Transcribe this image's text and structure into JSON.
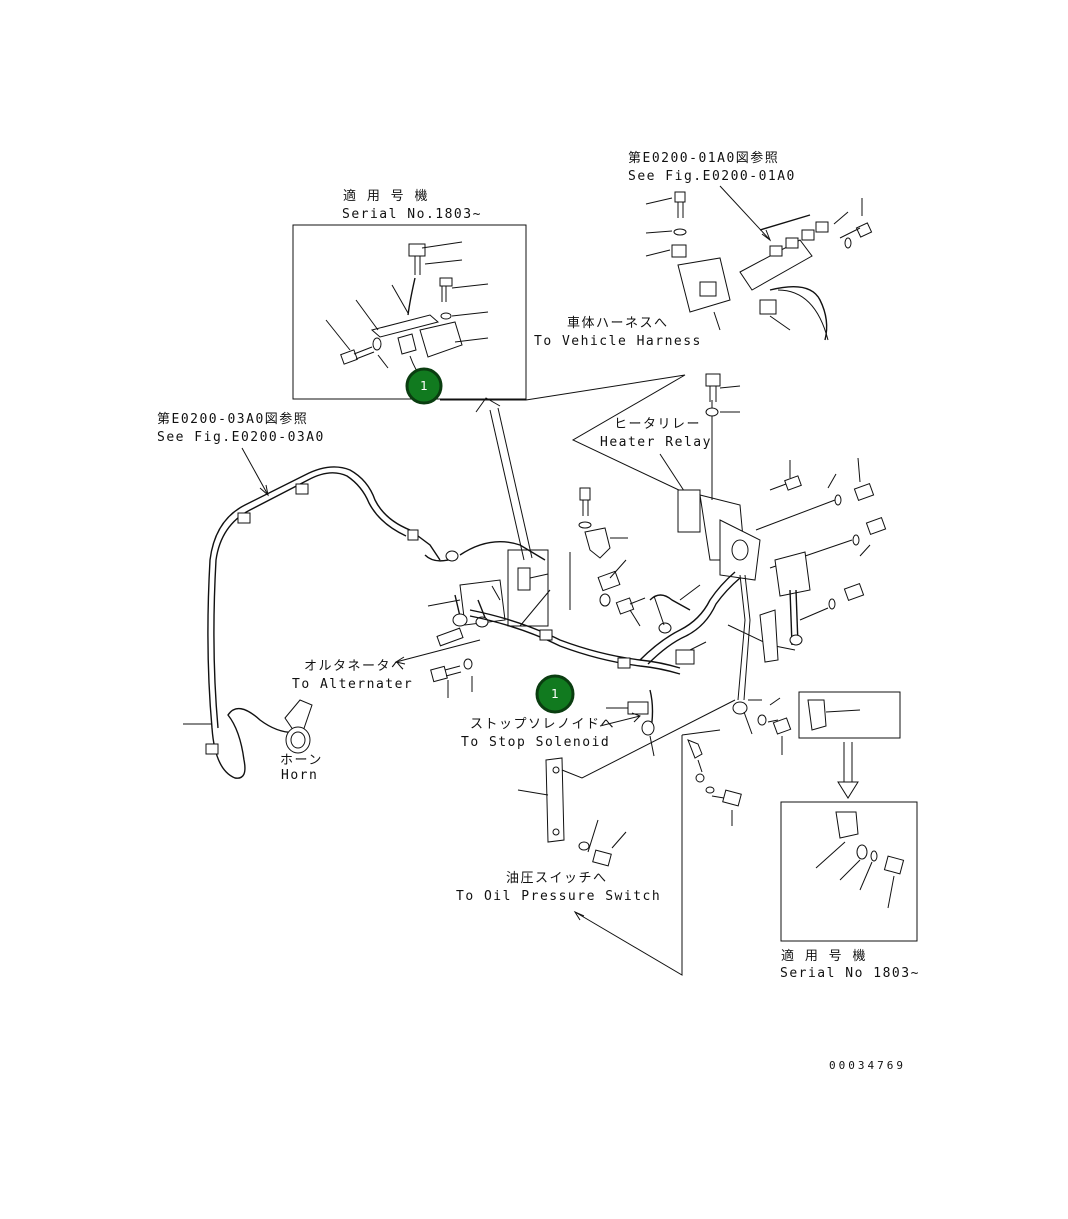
{
  "labels": {
    "inset_top_ja": "適 用 号 機",
    "inset_top_en": "Serial No.1803~",
    "see_01a0_ja": "第E0200-01A0図参照",
    "see_01a0_en": "See Fig.E0200-01A0",
    "vehicle_harness_ja": "車体ハーネスへ",
    "vehicle_harness_en": "To Vehicle Harness",
    "heater_relay_ja": "ヒータリレー",
    "heater_relay_en": "Heater Relay",
    "see_03a0_ja": "第E0200-03A0図参照",
    "see_03a0_en": "See Fig.E0200-03A0",
    "alternator_ja": "オルタネータへ",
    "alternator_en": "To Alternater",
    "stop_solenoid_ja": "ストップソレノイドへ",
    "stop_solenoid_en": "To Stop Solenoid",
    "horn_ja": "ホーン",
    "horn_en": "Horn",
    "oil_pressure_ja": "油圧スイッチへ",
    "oil_pressure_en": "To Oil Pressure Switch",
    "inset_bottom_ja": "適 用 号 機",
    "inset_bottom_en": "Serial No 1803~",
    "drawing_number": "00034769"
  },
  "badges": {
    "badge_1": "1",
    "badge_2": "1"
  },
  "colors": {
    "badge_fill": "#117a1f",
    "line": "#111111"
  }
}
